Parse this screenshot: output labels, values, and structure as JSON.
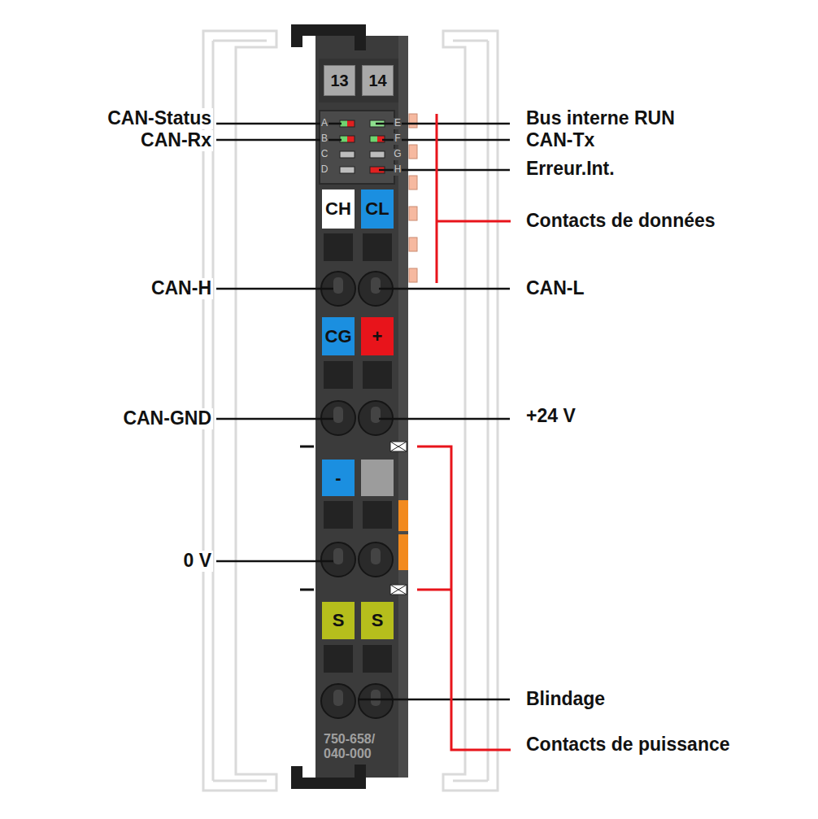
{
  "diagram": {
    "nodes": [
      {
        "text": [
          "13"
        ]
      },
      {
        "text": [
          "14"
        ]
      },
      {
        "text": [
          "CH"
        ]
      },
      {
        "text": [
          "CL"
        ]
      },
      {
        "text": [
          "CG"
        ]
      },
      {
        "text": [
          "+"
        ]
      },
      {
        "text": [
          "-"
        ]
      },
      {
        "text": [
          "S"
        ]
      },
      {
        "text": [
          "S"
        ]
      }
    ],
    "labels": [
      "A",
      "CAN-Status",
      "E",
      "Bus interne RUN",
      "B",
      "CAN-Rx",
      "F",
      "CAN-Tx",
      "C",
      "G",
      "D",
      "H",
      "Erreur.Int.",
      "Contacts de données",
      "CAN-H",
      "CAN-L",
      "CAN-GND",
      "+24 V",
      "0 V",
      "Blindage",
      "750-658/ 040-000",
      "Contacts de puissance"
    ]
  }
}
